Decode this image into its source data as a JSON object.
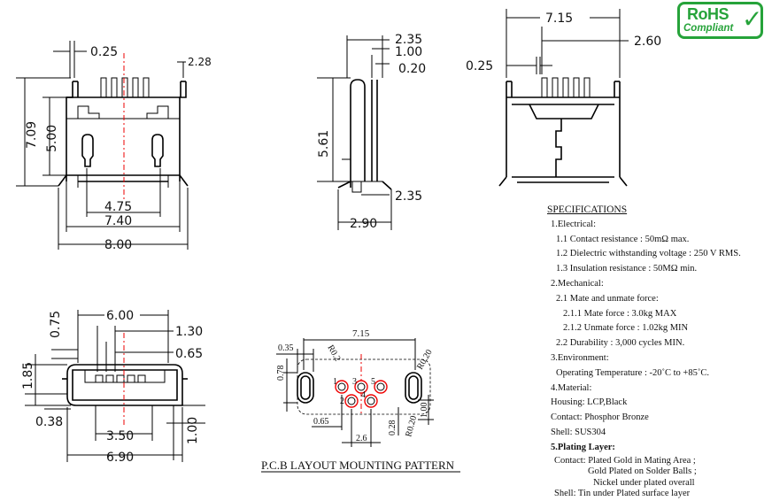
{
  "logo": {
    "line1": "RoHS",
    "line2": "Compliant",
    "color": "#26a33a",
    "icon": "check-mark-icon"
  },
  "front_view": {
    "dims": {
      "d025": "0.25",
      "d228": "2.28",
      "d709": "7.09",
      "d500": "5.00",
      "d475": "4.75",
      "d740": "7.40",
      "d800": "8.00"
    }
  },
  "side_view": {
    "dims": {
      "d235top": "2.35",
      "d100": "1.00",
      "d020": "0.20",
      "d561": "5.61",
      "d235bot": "2.35",
      "d290": "2.90"
    }
  },
  "back_view": {
    "dims": {
      "d715": "7.15",
      "d260": "2.60",
      "d025": "0.25"
    }
  },
  "end_view": {
    "dims": {
      "d075": "0.75",
      "d600": "6.00",
      "d130": "1.30",
      "d065": "0.65",
      "d185": "1.85",
      "d038": "0.38",
      "d350": "3.50",
      "d100": "1.00",
      "d690": "6.90"
    }
  },
  "pcb": {
    "title": "P.C.B LAYOUT MOUNTING PATTERN",
    "dims": {
      "d715": "7.15",
      "d035": "0.35",
      "d078": "0.78",
      "r020a": "R0.2",
      "r020b": "R0.20",
      "r020c": "R0.20",
      "d100": "1.00",
      "d028": "0.28",
      "d065": "0.65",
      "d26": "2.6"
    },
    "pins": [
      "1",
      "2",
      "3",
      "4",
      "5"
    ]
  },
  "specs": {
    "heading": "SPECIFICATIONS",
    "lines": [
      "1.Electrical:",
      "1.1 Contact resistance : 50mΩ max.",
      "1.2 Dielectric withstanding voltage : 250 V RMS.",
      "1.3 Insulation resistance : 50MΩ min.",
      "2.Mechanical:",
      "2.1 Mate and unmate force:",
      "2.1.1 Mate force : 3.0kg MAX",
      "2.1.2 Unmate force : 1.02kg MIN",
      "2.2 Durability : 3,000 cycles MIN.",
      "3.Environment:",
      "Operating Temperature : -20˚C to +85˚C.",
      "4.Material:",
      "Housing: LCP,Black",
      "Contact: Phosphor Bronze",
      "Shell: SUS304",
      "5.Plating Layer:",
      "Contact: Plated Gold in Mating Area ;",
      "Gold Plated on Solder Balls ;",
      "Nickel under plated overall",
      "Shell: Tin under Plated surface layer"
    ]
  }
}
